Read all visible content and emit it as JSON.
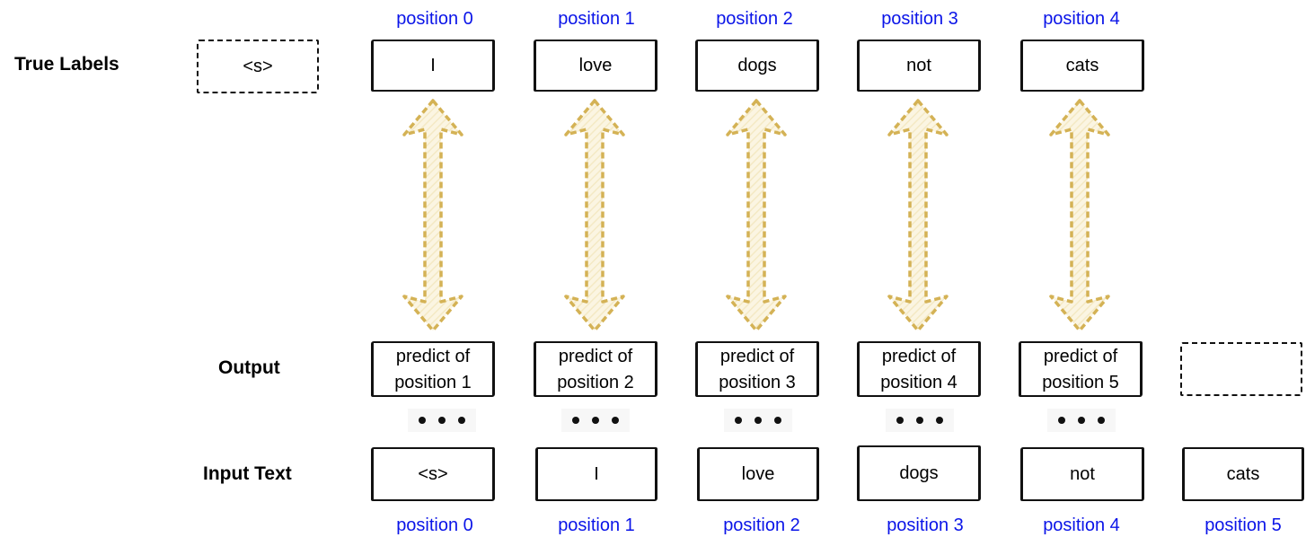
{
  "row_labels": {
    "true_labels": "True Labels",
    "output": "Output",
    "input_text": "Input Text"
  },
  "top_positions": [
    "position 0",
    "position 1",
    "position 2",
    "position 3",
    "position 4"
  ],
  "true_labels": {
    "start_token": "<s>",
    "tokens": [
      "I",
      "love",
      "dogs",
      "not",
      "cats"
    ]
  },
  "outputs": [
    {
      "line1": "predict of",
      "line2": "position 1"
    },
    {
      "line1": "predict of",
      "line2": "position 2"
    },
    {
      "line1": "predict of",
      "line2": "position 3"
    },
    {
      "line1": "predict of",
      "line2": "position 4"
    },
    {
      "line1": "predict of",
      "line2": "position 5"
    }
  ],
  "inputs": [
    "<s>",
    "I",
    "love",
    "dogs",
    "not",
    "cats"
  ],
  "bottom_positions": [
    "position 0",
    "position 1",
    "position 2",
    "position 3",
    "position 4",
    "position 5"
  ],
  "colors": {
    "position_label": "#0a14e8",
    "arrow_stroke": "#d4b255",
    "arrow_fill": "#f4e9c4",
    "box_border": "#111111"
  },
  "icons": {
    "arrow": "double-headed-vertical-arrow",
    "ellipsis": "ellipsis-dots"
  }
}
